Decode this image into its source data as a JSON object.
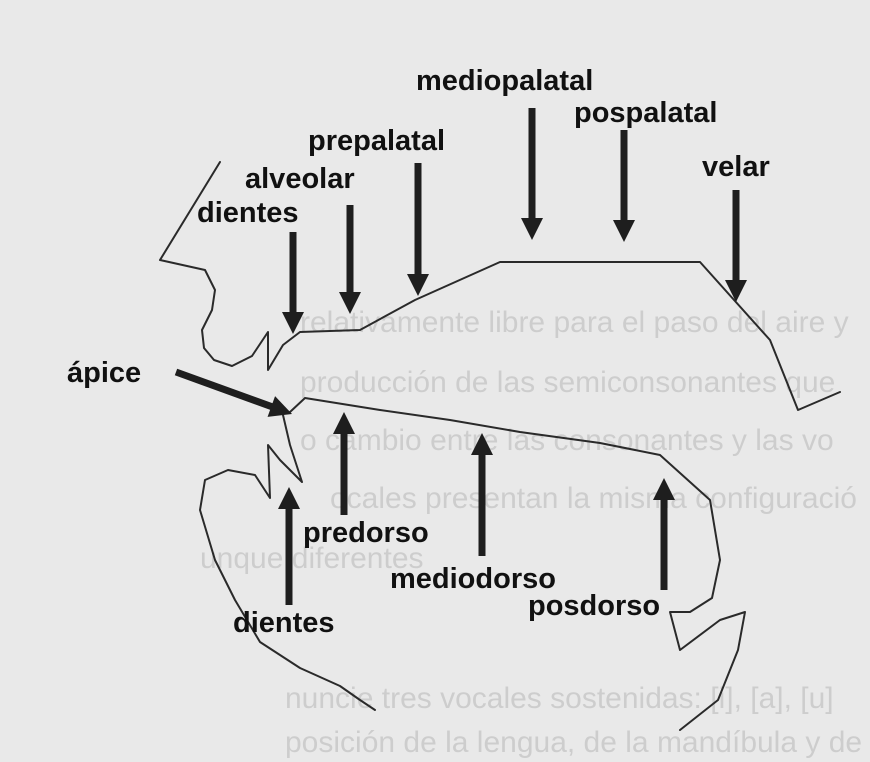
{
  "diagram": {
    "labels": {
      "mediopalatal": "mediopalatal",
      "pospalatal": "pospalatal",
      "prepalatal": "prepalatal",
      "velar": "velar",
      "alveolar": "alveolar",
      "dientes_top": "dientes",
      "apice": "ápice",
      "predorso": "predorso",
      "mediodorso": "mediodorso",
      "posdorso": "posdorso",
      "dientes_bottom": "dientes"
    },
    "bleed_through": [
      "relativamente libre para el paso del aire y",
      "producción de las semiconsonantes que",
      "o cambio entre las consonantes y las vo",
      "ocales presentan la misma configuració",
      "unque diferentes",
      "nuncie tres vocales sostenidas: [i], [a], [u]",
      "posición de la lengua, de la mandíbula y de"
    ],
    "colors": {
      "ink": "#1e1e1e",
      "paper": "#e9e9e9",
      "bleed": "#b7b7b7"
    }
  }
}
